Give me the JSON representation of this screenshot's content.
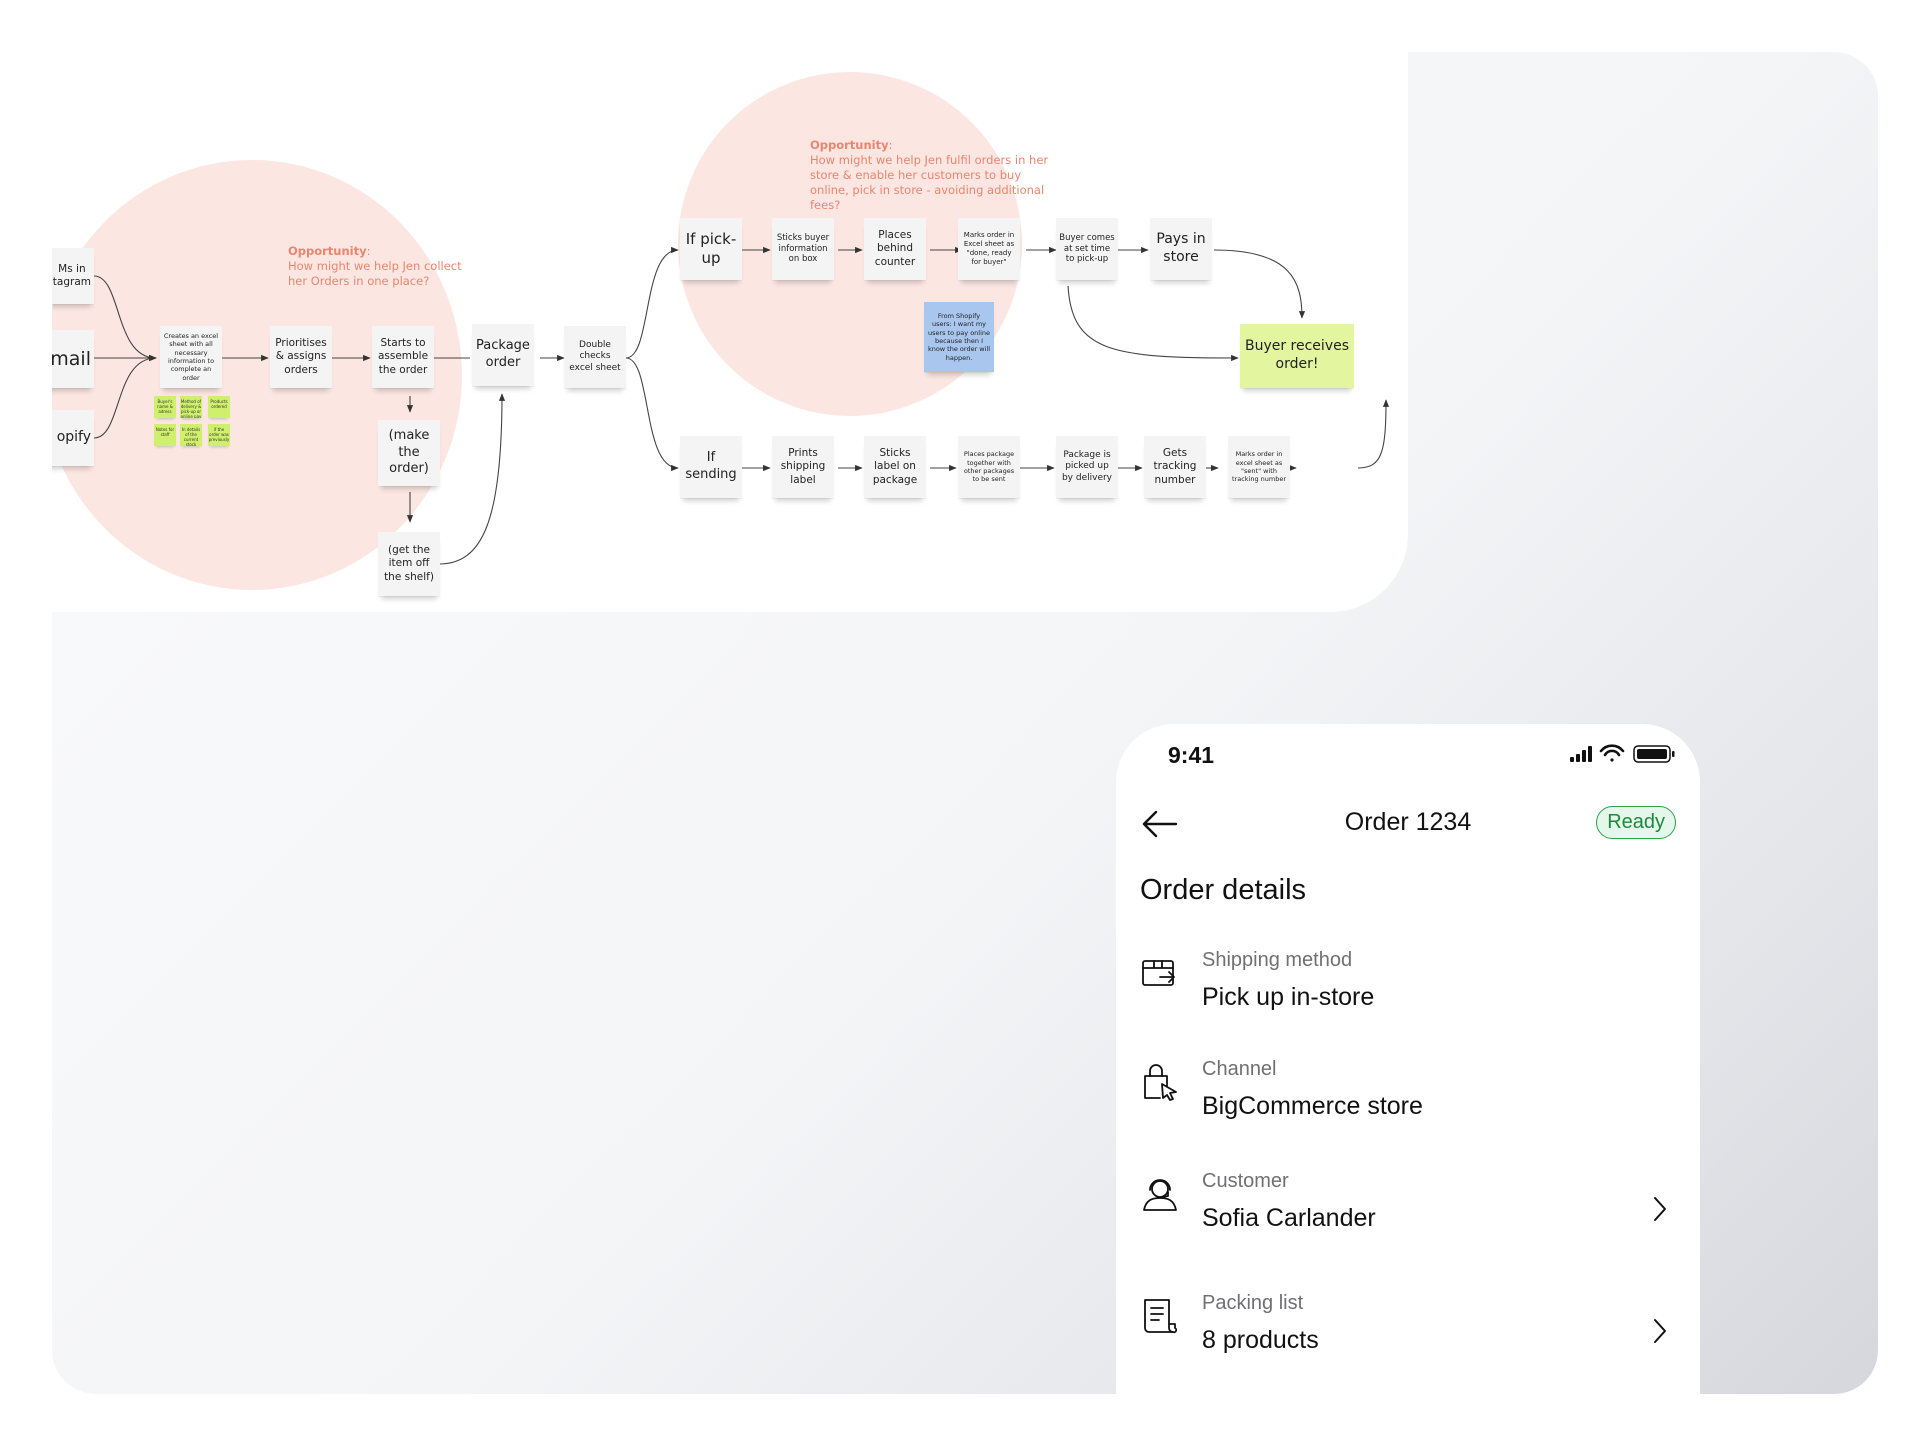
{
  "whiteboard": {
    "opportunity_1": {
      "heading": "Opportunity",
      "text": "How might we help Jen collect her Orders in one place?"
    },
    "opportunity_2": {
      "heading": "Opportunity",
      "text": "How might we help Jen fulfil orders in her store & enable her customers to buy online, pick in store - avoiding additional fees?"
    },
    "stickies": {
      "dms": "Ms in\ntagram",
      "email": "mail",
      "shopify": "opify",
      "creates_excel": "Creates an excel sheet with all necessary information to complete an order",
      "prioritises": "Prioritises & assigns orders",
      "starts_assemble": "Starts to assemble the order",
      "make_order": "(make the order)",
      "get_item": "(get the item off the shelf)",
      "package_order": "Package order",
      "double_checks": "Double checks excel sheet",
      "if_pickup": "If pick-up",
      "sticks_buyer_info": "Sticks buyer information on box",
      "places_behind": "Places behind counter",
      "marks_done": "Marks order in Excel sheet as \"done, ready for buyer\"",
      "buyer_comes": "Buyer comes at set time to pick-up",
      "pays_in_store": "Pays in store",
      "from_shopify": "From Shopify users: I want my users to pay online because then I know the order will happen.",
      "buyer_receives": "Buyer receives order!",
      "if_sending": "If sending",
      "prints_label": "Prints shipping label",
      "sticks_label": "Sticks label on package",
      "places_package": "Places package together with other packages to be sent",
      "picked_up": "Package is picked up by delivery",
      "gets_tracking": "Gets tracking number",
      "marks_sent": "Marks order in excel sheet as \"sent\" with tracking number"
    },
    "mini_notes": [
      "Buyer's name & adress",
      "Method of delivery & pick-up or online pay",
      "Products ordered",
      "Notes for staff",
      "In details of the current stock bought",
      "if the order was previously"
    ]
  },
  "phone": {
    "time": "9:41",
    "nav_title": "Order 1234",
    "status_badge": "Ready",
    "section_title": "Order details",
    "rows": [
      {
        "label": "Shipping method",
        "value": "Pick up in-store",
        "icon": "shipping-box-icon"
      },
      {
        "label": "Channel",
        "value": "BigCommerce store",
        "icon": "shopping-bag-cursor-icon"
      },
      {
        "label": "Customer",
        "value": "Sofia Carlander",
        "icon": "customer-headset-icon"
      },
      {
        "label": "Packing list",
        "value": "8 products",
        "icon": "receipt-list-icon"
      }
    ],
    "colors": {
      "ready_border": "#29a34d",
      "ready_bg": "#e5f6ea",
      "label": "#707074"
    }
  }
}
